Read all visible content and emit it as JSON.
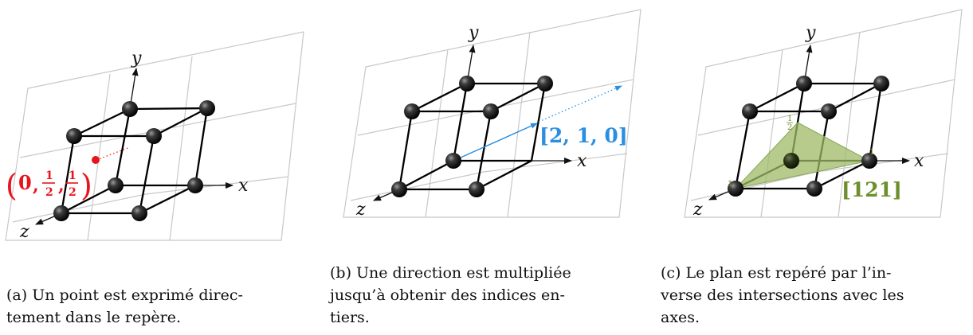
{
  "colors": {
    "point": "#e8141c",
    "direction": "#2a8fe0",
    "plane": "#6e8f2c",
    "plane_fill": "#9dba66",
    "grid": "#c8c8c8"
  },
  "panels": [
    {
      "axes": {
        "x": "x",
        "y": "y",
        "z": "z"
      },
      "point_label": {
        "open": "(",
        "n0": "0",
        "sep1": ",",
        "num1": "1",
        "den1": "2",
        "sep2": ",",
        "num2": "1",
        "den2": "2",
        "close": ")"
      },
      "caption": {
        "tag": "(a)",
        "text": "Un point est exprimé directement dans le repère.",
        "lines": [
          "(a) Un point est exprimé direc-",
          "tement dans le repère."
        ]
      }
    },
    {
      "axes": {
        "x": "x",
        "y": "y",
        "z": "z"
      },
      "direction_label": "[2, 1, 0]",
      "caption": {
        "tag": "(b)",
        "text": "Une direction est multipliée jusqu'à obtenir des indices entiers.",
        "lines": [
          "(b) Une direction est multipliée",
          "jusqu’à obtenir des indices en-",
          "tiers."
        ]
      }
    },
    {
      "axes": {
        "x": "x",
        "y": "y",
        "z": "z"
      },
      "plane_label": "[121]",
      "intercepts": {
        "x": "1",
        "y_num": "1",
        "y_den": "2",
        "z": "1"
      },
      "caption": {
        "tag": "(c)",
        "text": "Le plan est repéré par l'inverse des intersections avec les axes.",
        "lines": [
          "(c) Le plan est repéré par l’in-",
          "verse des intersections avec les",
          "axes."
        ]
      }
    }
  ]
}
